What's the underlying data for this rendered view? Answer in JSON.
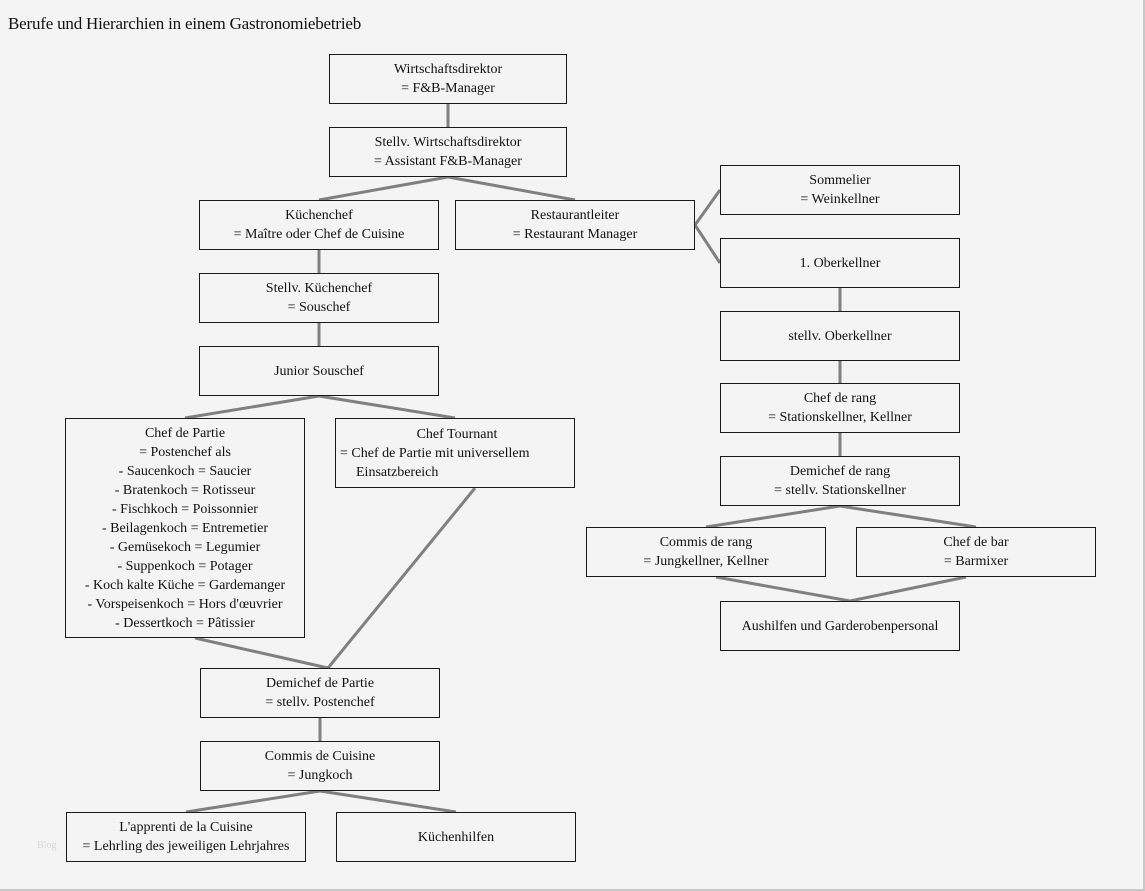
{
  "title": "Berufe und Hierarchien in einem Gastronomiebetrieb",
  "watermark": "Blog",
  "colors": {
    "background": "#f4f4f4",
    "box_border": "#1a1a1a",
    "connector": "#808080"
  },
  "nodes": {
    "wirtschaftsdirektor": [
      "Wirtschaftsdirektor",
      "= F&B-Manager"
    ],
    "stellv_wirtschaftsdirektor": [
      "Stellv. Wirtschaftsdirektor",
      "= Assistant F&B-Manager"
    ],
    "kuechenchef": [
      "Küchenchef",
      "= Maître oder Chef de Cuisine"
    ],
    "restaurantleiter": [
      "Restaurantleiter",
      "= Restaurant Manager"
    ],
    "sommelier": [
      "Sommelier",
      "= Weinkellner"
    ],
    "oberkellner": [
      "1. Oberkellner"
    ],
    "stellv_kuechenchef": [
      "Stellv. Küchenchef",
      "= Souschef"
    ],
    "stellv_oberkellner": [
      "stellv. Oberkellner"
    ],
    "junior_souschef": [
      "Junior Souschef"
    ],
    "chef_de_rang": [
      "Chef de rang",
      "= Stationskellner, Kellner"
    ],
    "chef_de_partie": [
      "Chef de Partie",
      "= Postenchef als",
      "- Saucenkoch = Saucier",
      "- Bratenkoch = Rotisseur",
      "- Fischkoch = Poissonnier",
      "- Beilagenkoch = Entremetier",
      "- Gemüsekoch = Legumier",
      "- Suppenkoch = Potager",
      "- Koch kalte Küche = Gardemanger",
      "- Vorspeisenkoch = Hors d'œuvrier",
      "- Dessertkoch = Pâtissier"
    ],
    "chef_tournant": [
      "Chef Tournant",
      "= Chef de Partie mit universellem",
      "Einsatzbereich"
    ],
    "demichef_de_rang": [
      "Demichef de rang",
      "= stellv. Stationskellner"
    ],
    "commis_de_rang": [
      "Commis de rang",
      "= Jungkellner, Kellner"
    ],
    "chef_de_bar": [
      "Chef de bar",
      "= Barmixer"
    ],
    "aushilfen": [
      "Aushilfen und Garderobenpersonal"
    ],
    "demichef_de_partie": [
      "Demichef de Partie",
      "= stellv. Postenchef"
    ],
    "commis_de_cuisine": [
      "Commis de Cuisine",
      "= Jungkoch"
    ],
    "apprenti": [
      "L'apprenti de la Cuisine",
      "= Lehrling des jeweiligen Lehrjahres"
    ],
    "kuechenhilfen": [
      "Küchenhilfen"
    ]
  },
  "edges": [
    [
      "wirtschaftsdirektor",
      "stellv_wirtschaftsdirektor"
    ],
    [
      "stellv_wirtschaftsdirektor",
      "kuechenchef"
    ],
    [
      "stellv_wirtschaftsdirektor",
      "restaurantleiter"
    ],
    [
      "restaurantleiter",
      "sommelier"
    ],
    [
      "restaurantleiter",
      "oberkellner"
    ],
    [
      "kuechenchef",
      "stellv_kuechenchef"
    ],
    [
      "stellv_kuechenchef",
      "junior_souschef"
    ],
    [
      "junior_souschef",
      "chef_de_partie"
    ],
    [
      "junior_souschef",
      "chef_tournant"
    ],
    [
      "chef_de_partie",
      "demichef_de_partie"
    ],
    [
      "chef_tournant",
      "demichef_de_partie"
    ],
    [
      "demichef_de_partie",
      "commis_de_cuisine"
    ],
    [
      "commis_de_cuisine",
      "apprenti"
    ],
    [
      "commis_de_cuisine",
      "kuechenhilfen"
    ],
    [
      "oberkellner",
      "stellv_oberkellner"
    ],
    [
      "stellv_oberkellner",
      "chef_de_rang"
    ],
    [
      "chef_de_rang",
      "demichef_de_rang"
    ],
    [
      "demichef_de_rang",
      "commis_de_rang"
    ],
    [
      "demichef_de_rang",
      "chef_de_bar"
    ],
    [
      "commis_de_rang",
      "aushilfen"
    ],
    [
      "chef_de_bar",
      "aushilfen"
    ]
  ]
}
